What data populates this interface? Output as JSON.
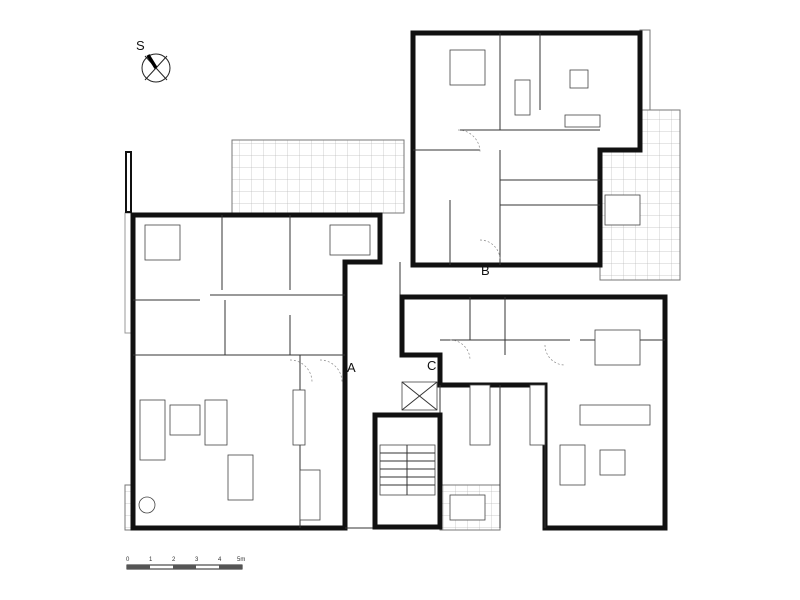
{
  "compass": {
    "label": "S"
  },
  "units": [
    {
      "label": "A"
    },
    {
      "label": "B"
    },
    {
      "label": "C"
    }
  ],
  "scale_bar": {
    "ticks": [
      "0",
      "1",
      "2",
      "3",
      "4",
      "5m"
    ]
  }
}
